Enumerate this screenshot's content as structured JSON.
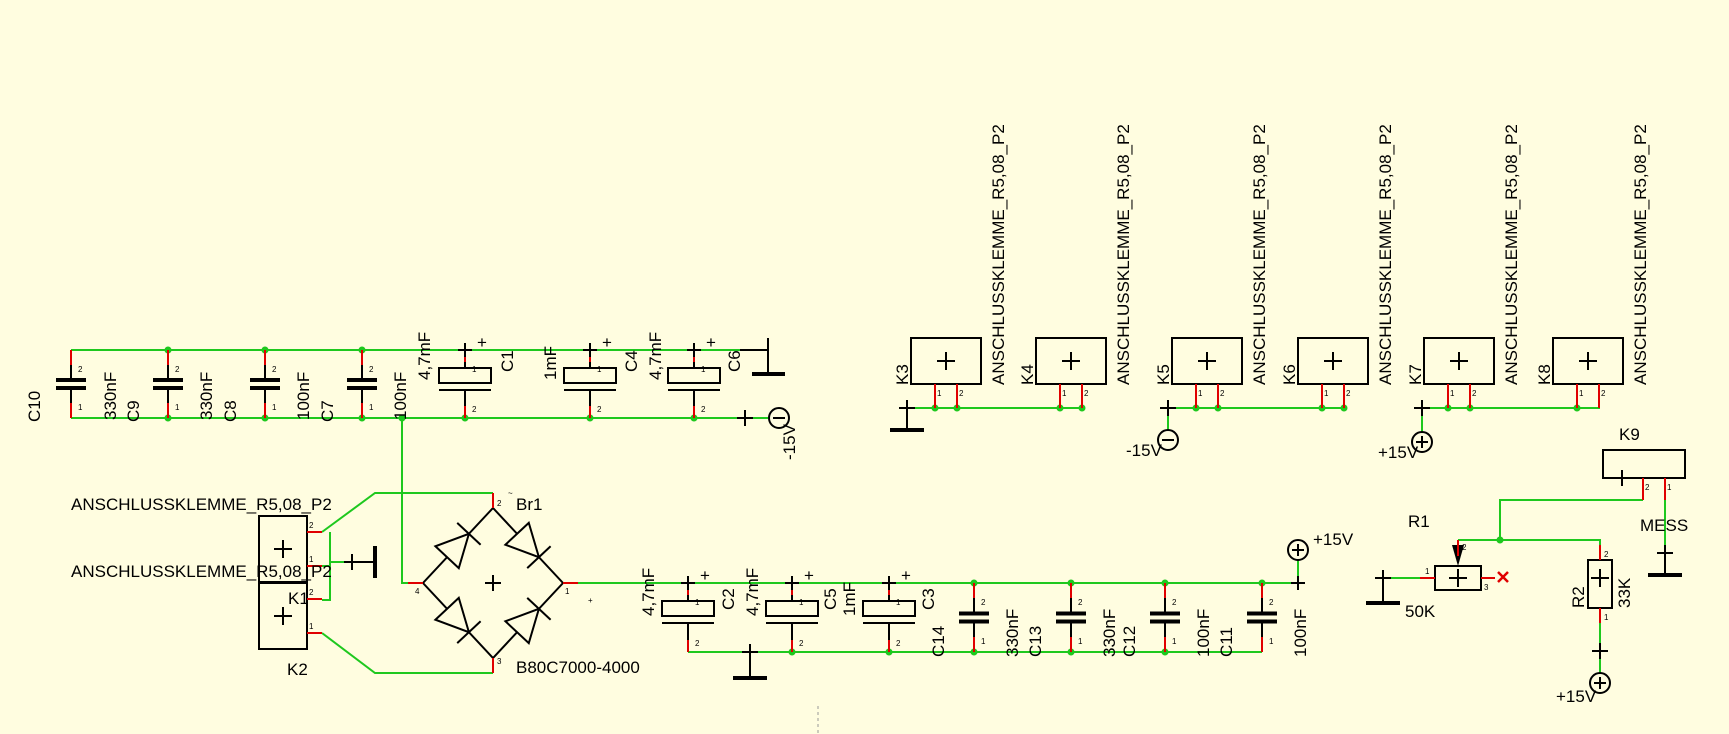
{
  "colors": {
    "background": "#fffde0",
    "wire": "#1ec81e",
    "pin": "#e00000",
    "symbol": "#000000"
  },
  "bridge": {
    "ref": "Br1",
    "value": "B80C7000-4000",
    "pins": {
      "p1": "1",
      "p2": "2",
      "p3": "3",
      "p4": "4"
    },
    "ac_mark": "~",
    "plus_mark": "+"
  },
  "input_terminals": [
    {
      "ref": "K1",
      "value": "ANSCHLUSSKLEMME_R5,08_P2",
      "pins": [
        "2",
        "1"
      ]
    },
    {
      "ref": "K2",
      "value": "ANSCHLUSSKLEMME_R5,08_P2",
      "pins": [
        "2",
        "1"
      ]
    }
  ],
  "neg_caps": [
    {
      "ref": "C10",
      "value": "330nF"
    },
    {
      "ref": "C9",
      "value": "330nF"
    },
    {
      "ref": "C8",
      "value": "100nF"
    },
    {
      "ref": "C7",
      "value": "100nF"
    },
    {
      "ref": "C1",
      "value": "4,7mF"
    },
    {
      "ref": "C4",
      "value": "1mF"
    },
    {
      "ref": "C6",
      "value": "4,7mF"
    }
  ],
  "pos_caps": [
    {
      "ref": "C2",
      "value": "4,7mF"
    },
    {
      "ref": "C5",
      "value": "4,7mF"
    },
    {
      "ref": "C3",
      "value": "1mF"
    },
    {
      "ref": "C14",
      "value": "330nF"
    },
    {
      "ref": "C13",
      "value": "330nF"
    },
    {
      "ref": "C12",
      "value": "100nF"
    },
    {
      "ref": "C11",
      "value": "100nF"
    }
  ],
  "out_terminals": [
    {
      "ref": "K3",
      "value": "ANSCHLUSSKLEMME_R5,08_P2"
    },
    {
      "ref": "K4",
      "value": "ANSCHLUSSKLEMME_R5,08_P2"
    },
    {
      "ref": "K5",
      "value": "ANSCHLUSSKLEMME_R5,08_P2"
    },
    {
      "ref": "K6",
      "value": "ANSCHLUSSKLEMME_R5,08_P2"
    },
    {
      "ref": "K7",
      "value": "ANSCHLUSSKLEMME_R5,08_P2"
    },
    {
      "ref": "K8",
      "value": "ANSCHLUSSKLEMME_R5,08_P2"
    }
  ],
  "rails": {
    "neg": "-15V",
    "pos": "+15V"
  },
  "measure": {
    "k9": {
      "ref": "K9",
      "net": "MESS"
    },
    "r1": {
      "ref": "R1",
      "value": "50K"
    },
    "r2": {
      "ref": "R2",
      "value": "33K"
    }
  }
}
